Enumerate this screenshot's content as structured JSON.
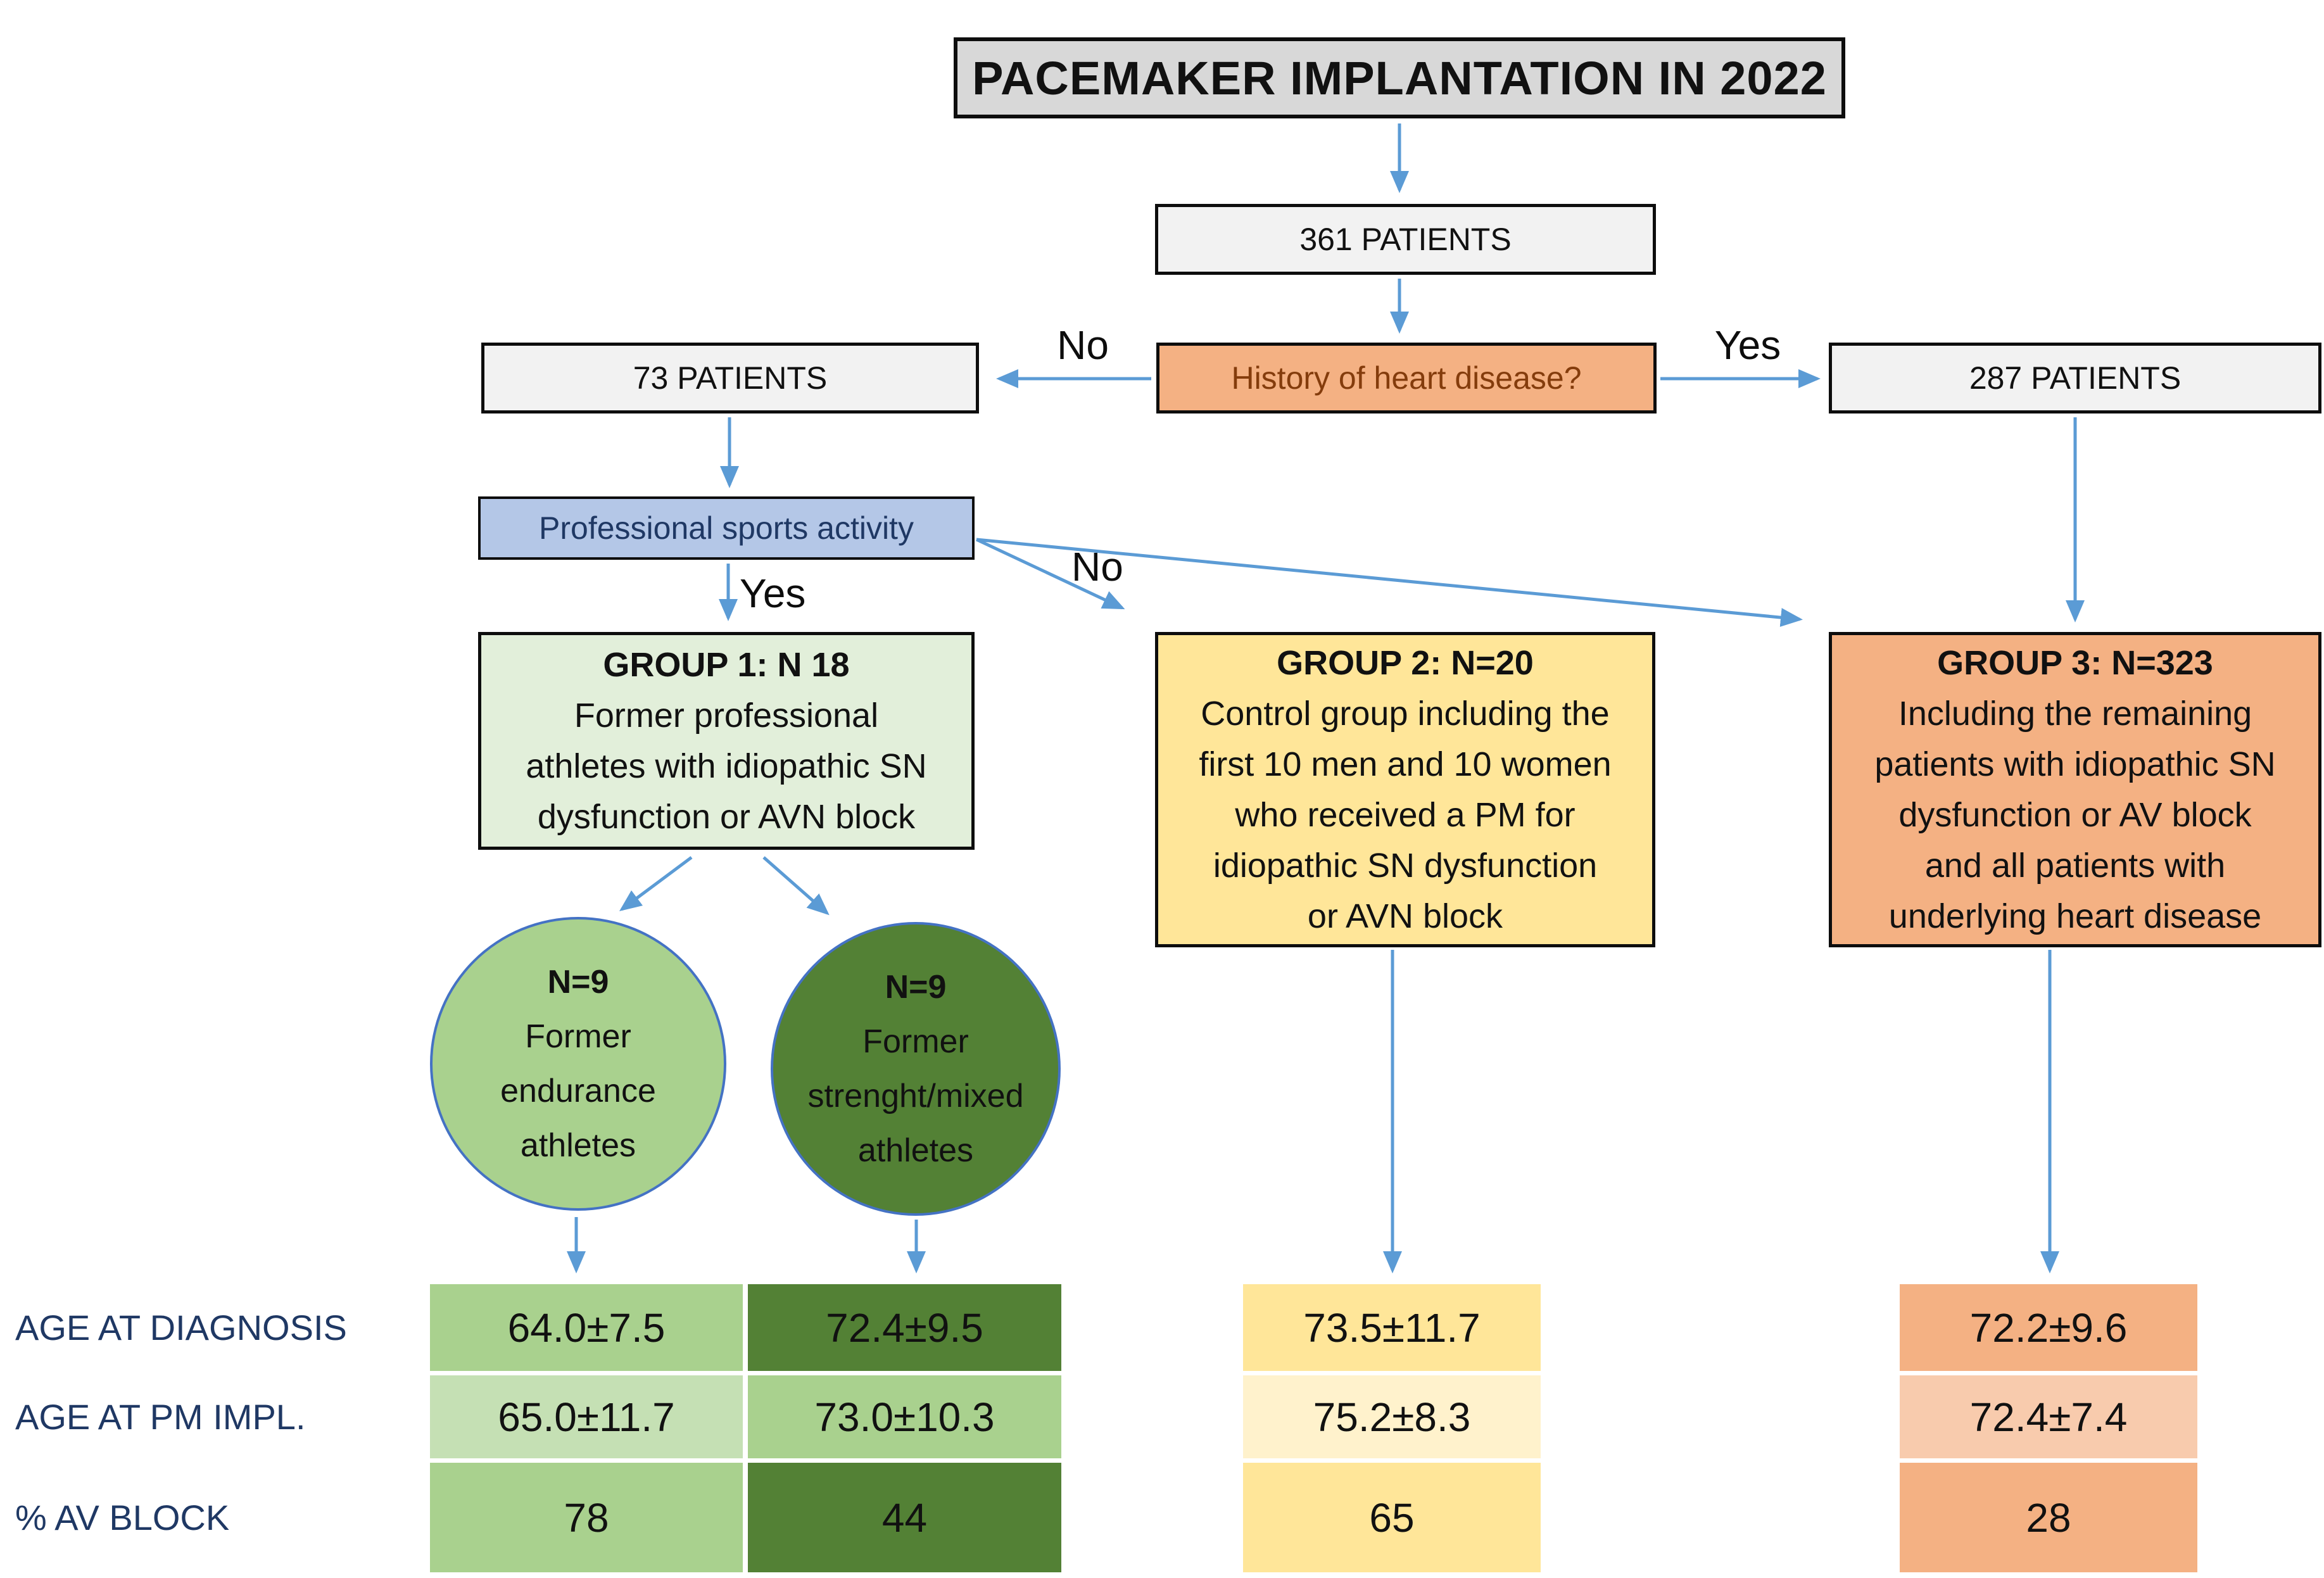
{
  "title": "PACEMAKER IMPLANTATION IN 2022",
  "flow": {
    "total_box": "361 PATIENTS",
    "heart_disease_question": "History of heart disease?",
    "heart_disease_no_label": "No",
    "heart_disease_yes_label": "Yes",
    "no_heart_disease_box": "73 PATIENTS",
    "heart_disease_box": "287 PATIENTS",
    "sports_question": "Professional sports activity",
    "sports_yes_label": "Yes",
    "sports_no_label": "No"
  },
  "groups": [
    {
      "header": "GROUP 1: N 18",
      "lines": [
        "Former professional",
        "athletes with idiopathic SN",
        "dysfunction or AVN block"
      ],
      "bg": "#e2efda"
    },
    {
      "header": "GROUP 2: N=20",
      "lines": [
        "Control group including the",
        "first 10 men and 10 women",
        "who received a PM for",
        "idiopathic SN dysfunction",
        "or AVN block"
      ],
      "bg": "#ffe699"
    },
    {
      "header": "GROUP 3: N=323",
      "lines": [
        "Including the remaining",
        "patients with idiopathic SN",
        "dysfunction or AV block",
        "and all patients with",
        "underlying heart disease"
      ],
      "bg": "#f4b183"
    }
  ],
  "subgroups": [
    {
      "n": "N=9",
      "lines": [
        "Former",
        "endurance",
        "athletes"
      ],
      "bg": "#a9d18e"
    },
    {
      "n": "N=9",
      "lines": [
        "Former",
        "strenght/mixed",
        "athletes"
      ],
      "bg": "#538135"
    }
  ],
  "table": {
    "row_labels": [
      "AGE AT DIAGNOSIS",
      "AGE AT PM IMPL.",
      "% AV BLOCK"
    ],
    "columns": [
      {
        "values": [
          "64.0±7.5",
          "65.0±11.7",
          "78"
        ],
        "bg": [
          "#a9d18e",
          "#c5e0b4",
          "#a9d18e"
        ]
      },
      {
        "values": [
          "72.4±9.5",
          "73.0±10.3",
          "44"
        ],
        "bg": [
          "#538135",
          "#a9d18e",
          "#538135"
        ]
      },
      {
        "values": [
          "73.5±11.7",
          "75.2±8.3",
          "65"
        ],
        "bg": [
          "#ffe699",
          "#fff2cc",
          "#ffe699"
        ]
      },
      {
        "values": [
          "72.2±9.6",
          "72.4±7.4",
          "28"
        ],
        "bg": [
          "#f4b183",
          "#f8cbad",
          "#f4b183"
        ]
      }
    ]
  },
  "colors": {
    "arrow": "#5b9bd5",
    "title_bg": "#d8d8d8",
    "patients_box_bg": "#f2f2f2",
    "heart_disease_bg": "#f4b183",
    "heart_disease_text": "#843c0c",
    "sports_bg": "#b4c7e7",
    "sports_text": "#1f3864",
    "table_label_text": "#1f3864",
    "ellipse_border": "#4472c4"
  }
}
